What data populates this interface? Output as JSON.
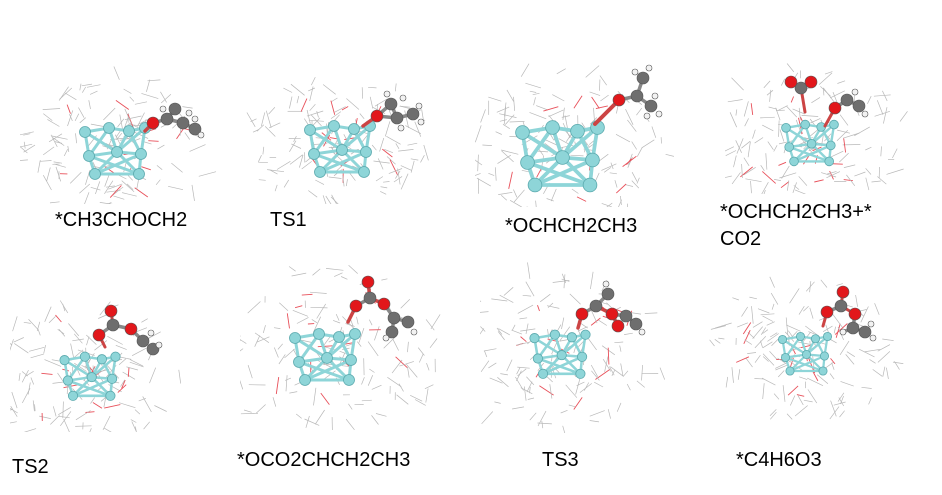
{
  "structures": [
    {
      "id": "p1",
      "label": "*CH3CHOCH2"
    },
    {
      "id": "p2",
      "label": "TS1"
    },
    {
      "id": "p3",
      "label": "*OCHCH2CH3"
    },
    {
      "id": "p4",
      "label": "*OCHCH2CH3+*",
      "label2": "CO2"
    },
    {
      "id": "p5",
      "label": "TS2"
    },
    {
      "id": "p6",
      "label": "*OCO2CHCH2CH3"
    },
    {
      "id": "p7",
      "label": "TS3"
    },
    {
      "id": "p8",
      "label": "*C4H6O3"
    }
  ],
  "colors": {
    "metal_atom": "#8ED5D8",
    "metal_bond": "#8ED5D8",
    "oxygen": "#E2171B",
    "carbon": "#6E6E6E",
    "hydrogen": "#F2F2F2",
    "ligand_gray": "#B8B8B8",
    "ligand_red": "#E8505A"
  },
  "icons": [
    "molecular-structure"
  ]
}
